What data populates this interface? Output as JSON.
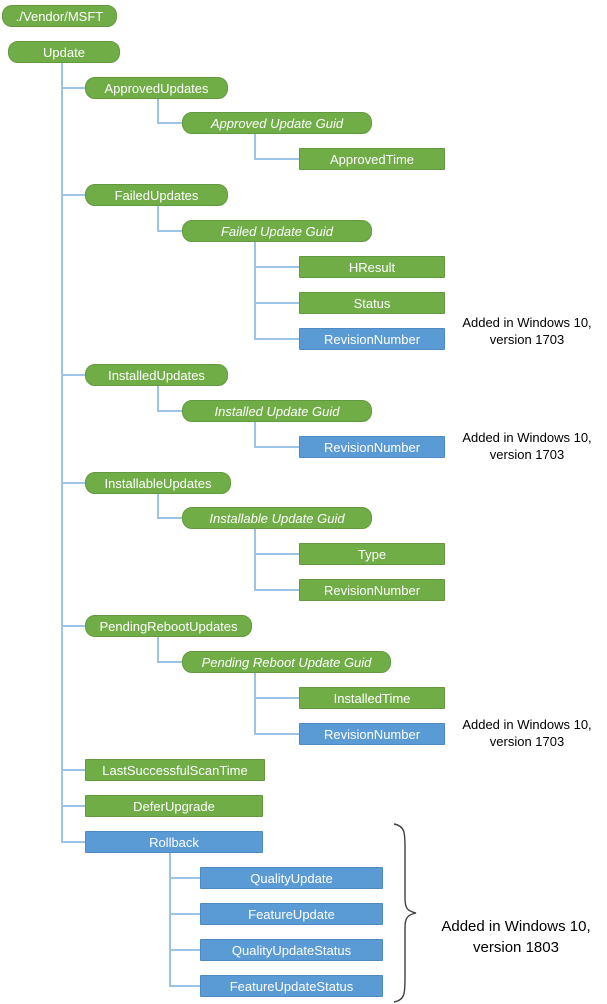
{
  "diagram": {
    "nodes": {
      "root": "./Vendor/MSFT",
      "update": "Update",
      "approved_updates": "ApprovedUpdates",
      "approved_update_guid": "Approved Update Guid",
      "approved_time": "ApprovedTime",
      "failed_updates": "FailedUpdates",
      "failed_update_guid": "Failed Update Guid",
      "hresult": "HResult",
      "status": "Status",
      "failed_revision_number": "RevisionNumber",
      "installed_updates": "InstalledUpdates",
      "installed_update_guid": "Installed Update Guid",
      "installed_revision_number": "RevisionNumber",
      "installable_updates": "InstallableUpdates",
      "installable_update_guid": "Installable Update Guid",
      "type": "Type",
      "installable_revision_number": "RevisionNumber",
      "pending_reboot_updates": "PendingRebootUpdates",
      "pending_reboot_update_guid": "Pending Reboot Update Guid",
      "installed_time": "InstalledTime",
      "pending_revision_number": "RevisionNumber",
      "last_successful_scan_time": "LastSuccessfulScanTime",
      "defer_upgrade": "DeferUpgrade",
      "rollback": "Rollback",
      "quality_update": "QualityUpdate",
      "feature_update": "FeatureUpdate",
      "quality_update_status": "QualityUpdateStatus",
      "feature_update_status": "FeatureUpdateStatus"
    },
    "annotations": {
      "failed_revision": "Added in Windows 10, version 1703",
      "installed_revision": "Added in Windows 10, version 1703",
      "pending_revision": "Added in Windows 10, version 1703",
      "rollback_group": "Added in Windows 10, version 1803"
    },
    "colors": {
      "green": "#70AD47",
      "blue": "#5B9BD5",
      "connector": "#9DC3E6"
    }
  }
}
